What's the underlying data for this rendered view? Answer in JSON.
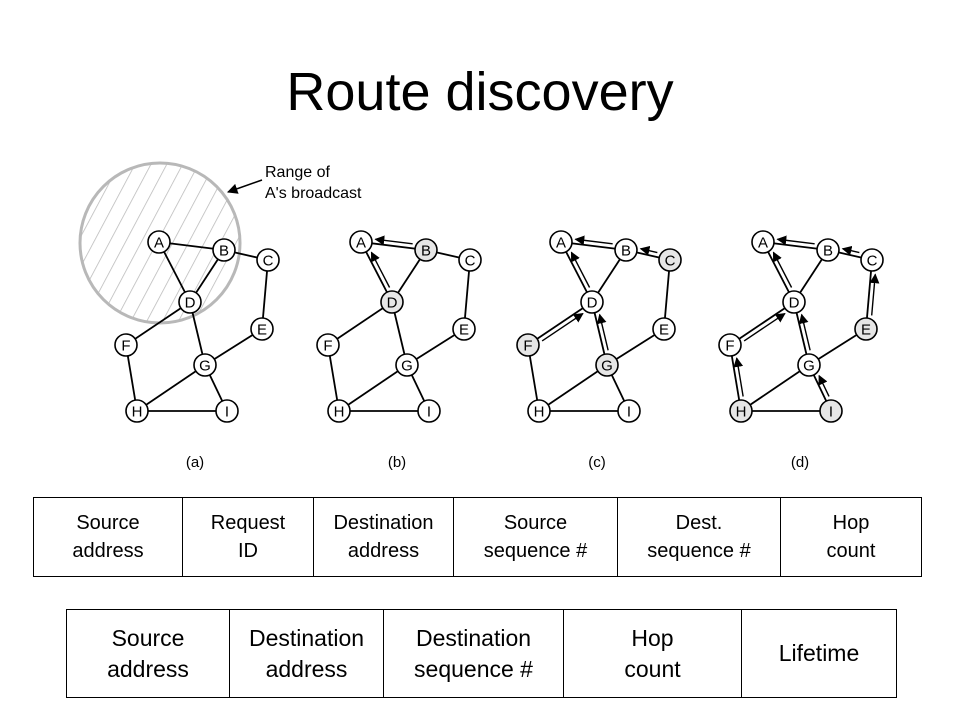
{
  "title": "Route discovery",
  "range_annotation": "Range of\nA's broadcast",
  "panel_labels": [
    "(a)",
    "(b)",
    "(c)",
    "(d)"
  ],
  "node_labels": [
    "A",
    "B",
    "C",
    "D",
    "E",
    "F",
    "G",
    "H",
    "I"
  ],
  "route_request_fields": [
    "Source\naddress",
    "Request\nID",
    "Destination\naddress",
    "Source\nsequence #",
    "Dest.\nsequence #",
    "Hop\ncount"
  ],
  "route_reply_fields": [
    "Source\naddress",
    "Destination\naddress",
    "Destination\nsequence #",
    "Hop\ncount",
    "Lifetime"
  ],
  "colors": {
    "node_highlight": "#e6e6e6",
    "broadcast_range": "#b8b8b8"
  }
}
